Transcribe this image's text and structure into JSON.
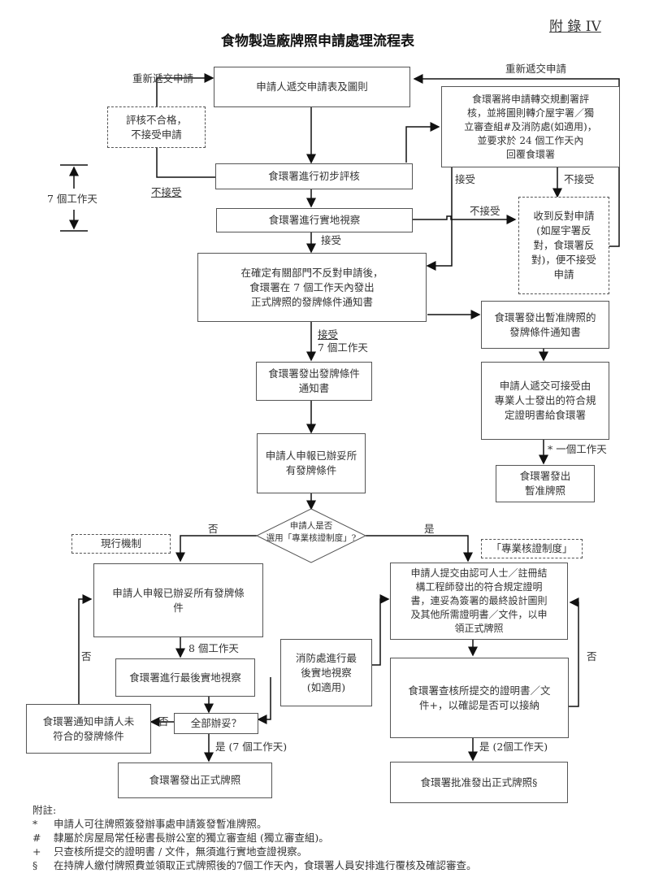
{
  "header": {
    "title": "食物製造廠牌照申請處理流程表",
    "appendix": "附 錄 IV"
  },
  "boxes": {
    "submit_application": "申請人遞交申請表及圖則",
    "assessment_fail": "評核不合格，\n不接受申請",
    "refer_departments": "食環署將申請轉交規劃署評\n核，並將圖則轉介屋宇署／獨\n立審查組#及消防處(如適用)，\n並要求於 24 個工作天內\n回覆食環署",
    "initial_assessment": "食環署進行初步評核",
    "site_inspection": "食環署進行實地視察",
    "objection_received": "收到反對申請\n(如屋宇署反\n對，食環署反\n對)，便不接受\n申請",
    "issue_notice_7days": "在確定有關部門不反對申請後，\n食環署在 7 個工作天內發出\n正式牌照的發牌條件通知書",
    "provisional_notice": "食環署發出暫准牌照的\n發牌條件通知書",
    "issue_conditions_notice": "食環署發出發牌條件\n通知書",
    "submit_certificate": "申請人遞交可接受由\n專業人士發出的符合規\n定證明書給食環署",
    "issue_provisional": "食環署發出\n暫准牌照",
    "report_complied": "申請人申報已辦妥所\n有發牌條件",
    "decision": "申請人是否\n選用「專業核證制度」?",
    "current_mechanism": "現行機制",
    "professional_scheme": "「專業核證制度」",
    "report_all_complied": "申請人申報已辦妥所有發牌條\n件",
    "submit_professional_cert": "申請人提交由認可人士／註冊結\n構工程師發出的符合規定證明\n書，連妥為簽署的最終設計圖則\n及其他所需證明書／文件，以申\n領正式牌照",
    "final_inspection": "食環署進行最後實地視察",
    "fsd_final_inspection": "消防處進行最\n後實地視察\n(如適用)",
    "verify_documents": "食環署查核所提交的證明書／文\n件+，以確認是否可以接納",
    "notify_unmet": "食環署通知申請人未\n符合的發牌條件",
    "all_complied": "全部辦妥？",
    "issue_full_licence": "食環署發出正式牌照",
    "approve_full_licence": "食環署批准發出正式牌照§"
  },
  "labels": {
    "resubmit_left": "重新遞交申請",
    "resubmit_right": "重新遞交申請",
    "not_accept_underlined": "不接受",
    "seven_days_bracket": "7 個工作天",
    "accept_1": "接受",
    "not_accept_1": "不接受",
    "not_accept_2": "不接受",
    "accept_2": "接受",
    "accept_3": "接受",
    "seven_days_2": "7 個工作天",
    "one_day": "* 一個工作天",
    "no": "否",
    "yes": "是",
    "eight_days": "8 個工作天",
    "no_left": "否",
    "no_right": "否",
    "no_all": "否",
    "yes_seven_days": "是 (7 個工作天)",
    "yes_two_days": "是 (2個工作天)"
  },
  "notes": {
    "heading": "附註:",
    "items": [
      {
        "symbol": "*",
        "text": "申請人可往牌照簽發辦事處申請簽發暫准牌照。"
      },
      {
        "symbol": "#",
        "text": "隸屬於房屋局常任秘書長辦公室的獨立審查組 (獨立審查組)。"
      },
      {
        "symbol": "+",
        "text": "只查核所提交的證明書 / 文件，無須進行實地查證視察。"
      },
      {
        "symbol": "§",
        "text": "在持牌人繳付牌照費並領取正式牌照後的7個工作天內，食環署人員安排進行覆核及確認審查。"
      }
    ]
  }
}
